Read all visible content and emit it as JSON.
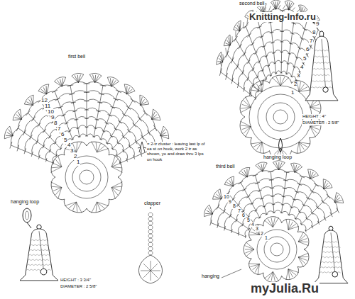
{
  "diagram": {
    "labels": [
      "second bell",
      "Knitting-Info.ru",
      "first bell",
      "1",
      "2",
      "3",
      "4",
      "5",
      "6",
      "7",
      "8",
      "9",
      "10",
      "11",
      "12",
      "hanging loop",
      "clapper",
      "HEIGHT : 3 3/4\"",
      "DIAMETER : 2 5/8\"",
      "hanging loop",
      "HEIGHT : 4\"",
      "DIAMETER : 2 5/8\"",
      "1",
      "2",
      "3",
      "4",
      "5",
      "6",
      "7",
      "8",
      "9",
      "third bell",
      "1",
      "2",
      "3",
      "4",
      "5",
      "6",
      "7",
      "8",
      "9",
      "10",
      "hanging",
      "myJulia.Ru"
    ],
    "legend": [
      {
        "text": "= 2-tr cluster : leaving last lp of ea st on hook, work 2 tr as shown, yo and draw thru 3 lps on hook"
      }
    ]
  }
}
